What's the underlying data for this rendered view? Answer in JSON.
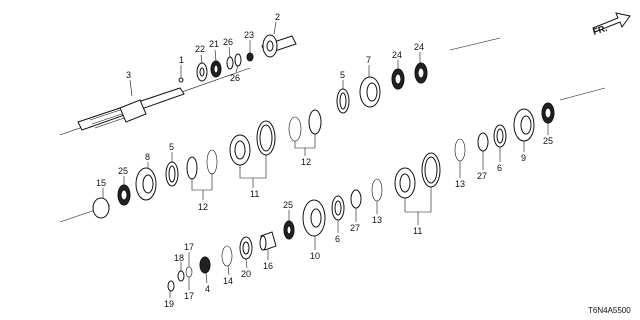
{
  "diagram": {
    "direction_label": "FR.",
    "drawing_code": "T6N4A5500",
    "callouts": [
      {
        "id": "c2",
        "text": "2"
      },
      {
        "id": "c22",
        "text": "22"
      },
      {
        "id": "c21",
        "text": "21"
      },
      {
        "id": "c26a",
        "text": "26"
      },
      {
        "id": "c23",
        "text": "23"
      },
      {
        "id": "c26b",
        "text": "26"
      },
      {
        "id": "c1",
        "text": "1"
      },
      {
        "id": "c3",
        "text": "3"
      },
      {
        "id": "c5a",
        "text": "5"
      },
      {
        "id": "c7",
        "text": "7"
      },
      {
        "id": "c24a",
        "text": "24"
      },
      {
        "id": "c24b",
        "text": "24"
      },
      {
        "id": "c5b",
        "text": "5"
      },
      {
        "id": "c8",
        "text": "8"
      },
      {
        "id": "c25a",
        "text": "25"
      },
      {
        "id": "c15",
        "text": "15"
      },
      {
        "id": "c12a",
        "text": "12"
      },
      {
        "id": "c11a",
        "text": "11"
      },
      {
        "id": "c12b",
        "text": "12"
      },
      {
        "id": "c13a",
        "text": "13"
      },
      {
        "id": "c27a",
        "text": "27"
      },
      {
        "id": "c6a",
        "text": "6"
      },
      {
        "id": "c9",
        "text": "9"
      },
      {
        "id": "c25b",
        "text": "25"
      },
      {
        "id": "c25c",
        "text": "25"
      },
      {
        "id": "c10",
        "text": "10"
      },
      {
        "id": "c6b",
        "text": "6"
      },
      {
        "id": "c27b",
        "text": "27"
      },
      {
        "id": "c13b",
        "text": "13"
      },
      {
        "id": "c11b",
        "text": "11"
      },
      {
        "id": "c17a",
        "text": "17"
      },
      {
        "id": "c18",
        "text": "18"
      },
      {
        "id": "c17b",
        "text": "17"
      },
      {
        "id": "c19",
        "text": "19"
      },
      {
        "id": "c4",
        "text": "4"
      },
      {
        "id": "c14",
        "text": "14"
      },
      {
        "id": "c20",
        "text": "20"
      },
      {
        "id": "c16",
        "text": "16"
      }
    ]
  }
}
